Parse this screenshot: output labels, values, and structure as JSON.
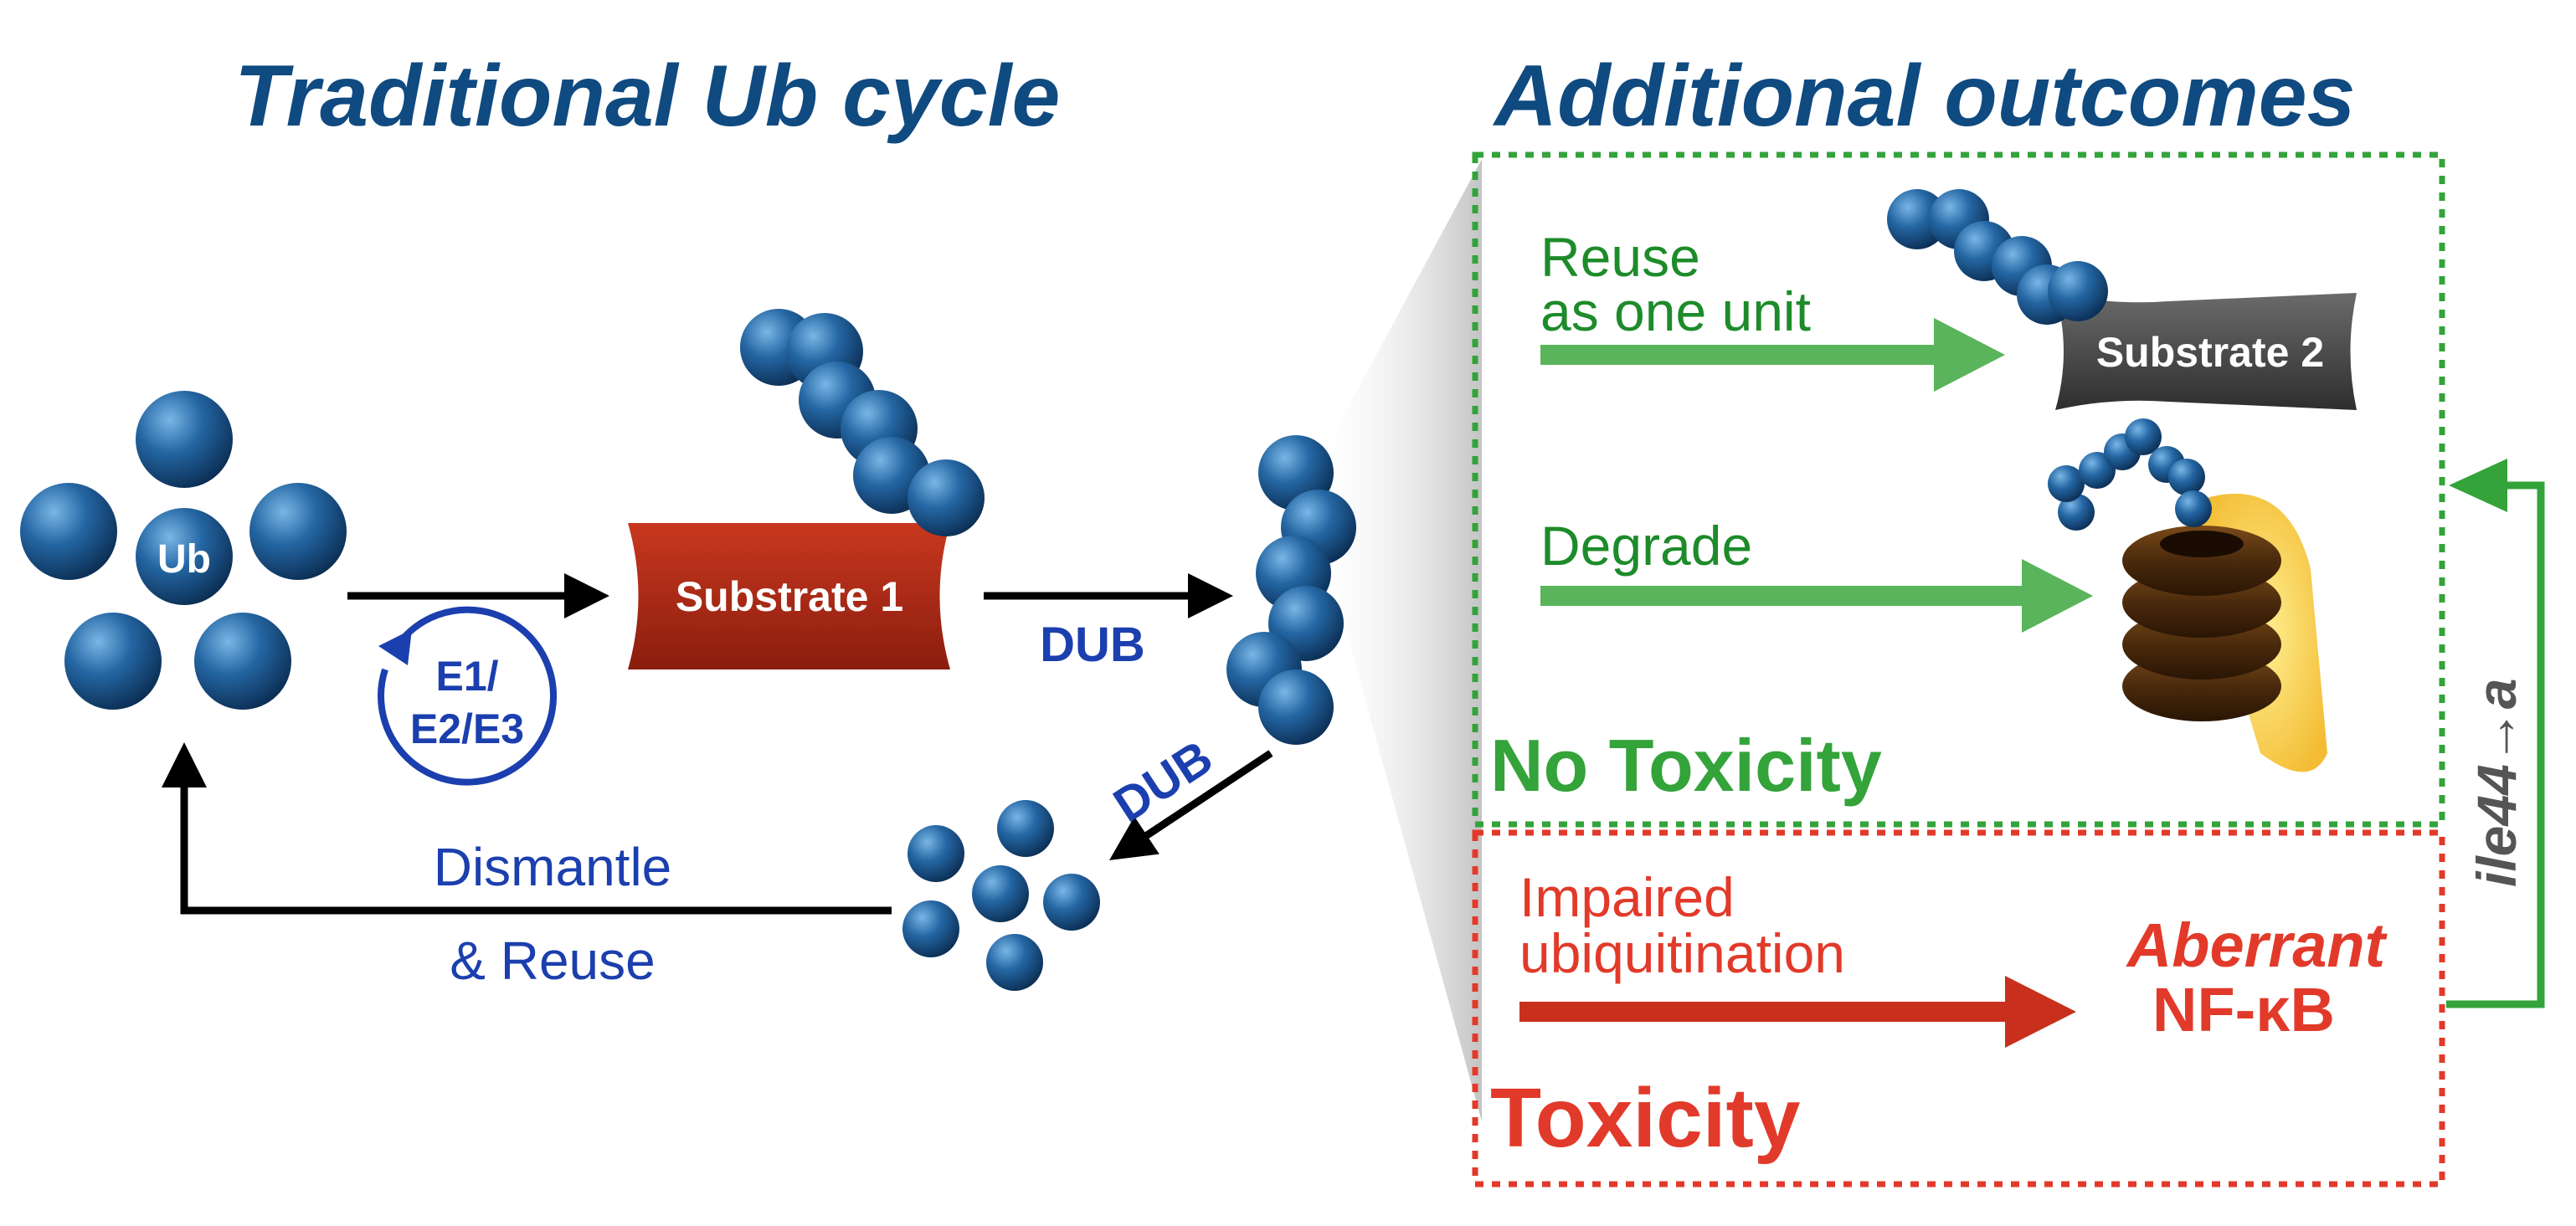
{
  "titles": {
    "left": "Traditional Ub cycle",
    "right": "Additional outcomes"
  },
  "ub_cluster": {
    "center_label": "Ub"
  },
  "enzymes": {
    "line1": "E1/",
    "line2": "E2/E3"
  },
  "substrates": {
    "one": "Substrate 1",
    "two": "Substrate 2"
  },
  "dub_labels": {
    "first": "DUB",
    "second": "DUB"
  },
  "dismantle": {
    "line1": "Dismantle",
    "line2": "& Reuse"
  },
  "no_toxicity_panel": {
    "reuse_line1": "Reuse",
    "reuse_line2": "as one unit",
    "degrade": "Degrade",
    "label": "No Toxicity"
  },
  "toxicity_panel": {
    "impaired_line1": "Impaired",
    "impaired_line2": "ubiquitination",
    "aberrant": "Aberrant",
    "nfkb": "NF-κB",
    "label": "Toxicity"
  },
  "side_label": "ile44→a",
  "colors": {
    "title_blue": "#0f4a80",
    "label_blue": "#1b3fae",
    "ub_sphere": "#1e5f97",
    "substrate1_red": "#b12a16",
    "substrate2_gray": "#4a4a4a",
    "green": "#33a33a",
    "red": "#e23a2a",
    "dark_red_arrow": "#c8301d",
    "side_label_gray": "#555555"
  }
}
